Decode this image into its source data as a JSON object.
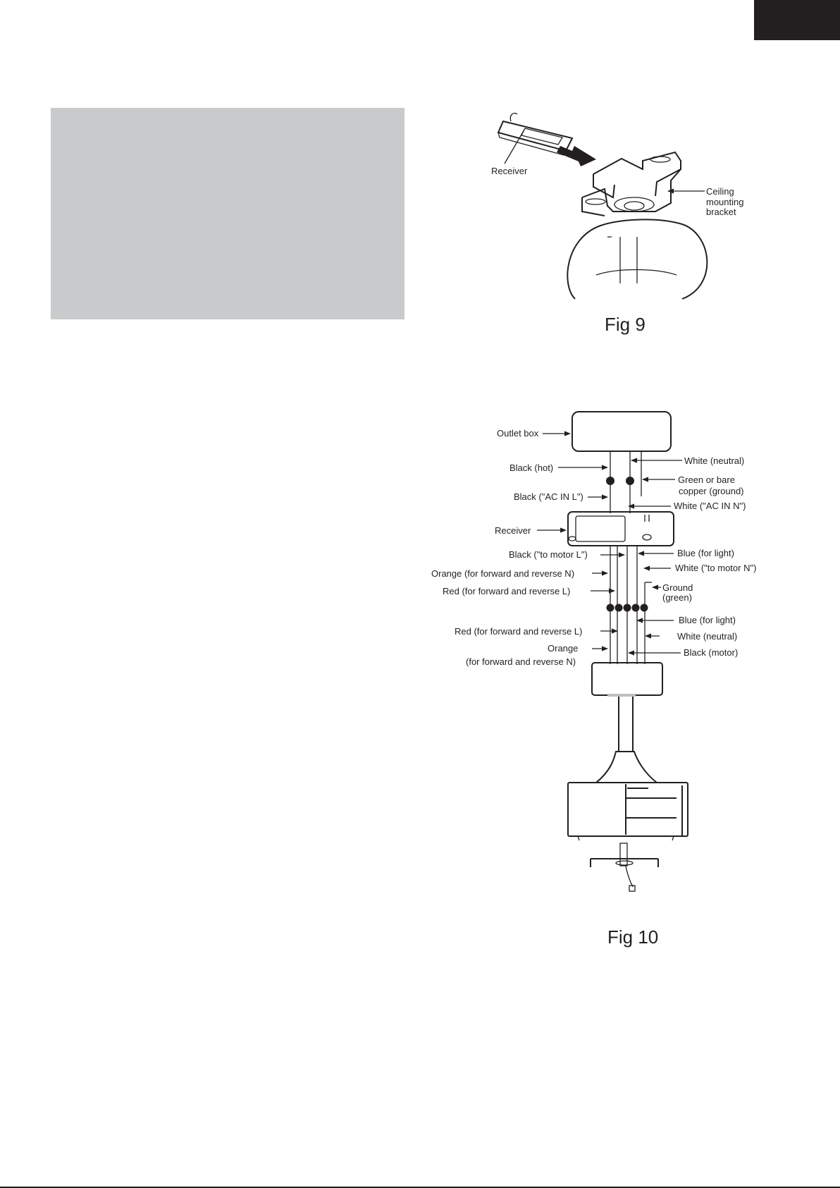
{
  "fig9": {
    "caption": "Fig 9",
    "labels": {
      "receiver": "Receiver",
      "bracket_line1": "Ceiling",
      "bracket_line2": "mounting",
      "bracket_line3": "bracket"
    }
  },
  "fig10": {
    "caption": "Fig 10",
    "labels": {
      "outlet_box": "Outlet box",
      "black_hot": "Black (hot)",
      "white_neutral_top": "White (neutral)",
      "green_bare_1": "Green or bare",
      "green_bare_2": "copper (ground)",
      "black_ac_in": "Black (\"AC IN L\")",
      "white_ac_in": "White (\"AC IN N\")",
      "receiver": "Receiver",
      "black_to_motor": "Black (\"to motor L\")",
      "blue_light_top": "Blue (for light)",
      "white_to_motor": "White (\"to motor N\")",
      "orange_top": "Orange (for forward and reverse N)",
      "red_top": "Red (for forward and reverse  L)",
      "ground_1": "Ground",
      "ground_2": "(green)",
      "blue_light_bottom": "Blue (for light)",
      "red_bottom": "Red (for forward and reverse  L)",
      "white_neutral_bottom": "White (neutral)",
      "orange_bottom_1": "Orange",
      "orange_bottom_2": "(for forward and reverse N)",
      "black_motor": "Black (motor)"
    }
  }
}
